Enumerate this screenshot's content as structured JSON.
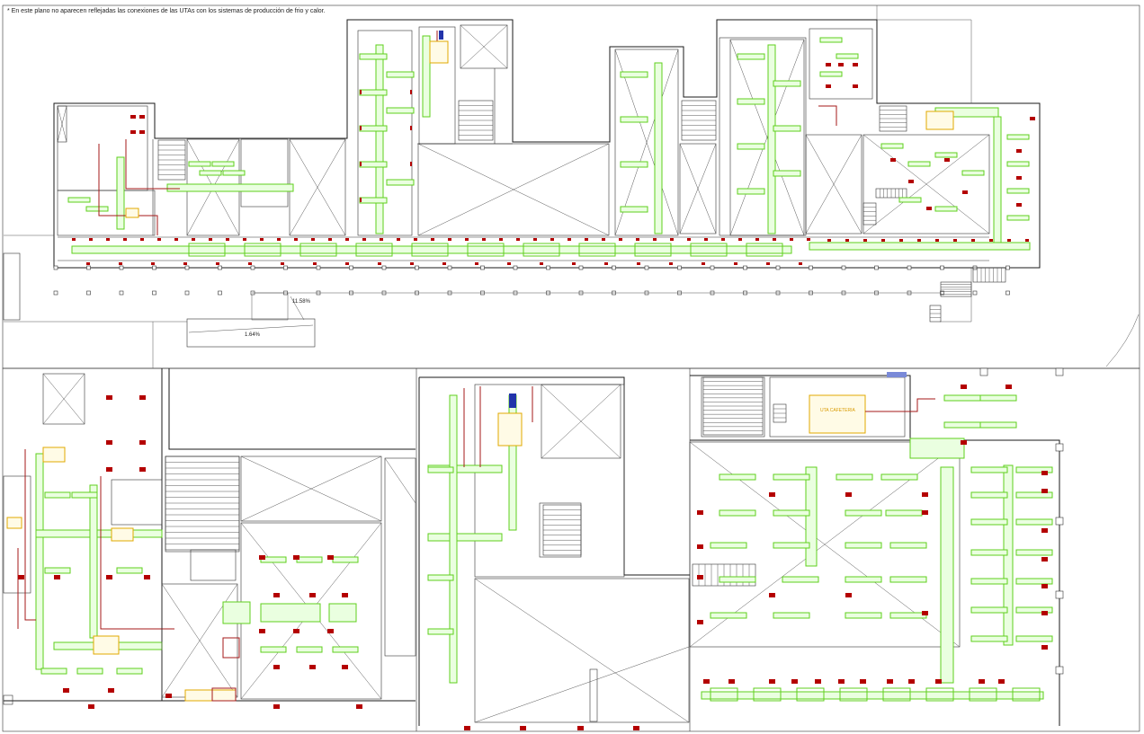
{
  "note": "* En este plano no aparecen reflejadas las conexiones de las UTAs con los sistemas de producción de frio y calor.",
  "slopes": {
    "slope_a": "11.58%",
    "slope_b": "1.64%"
  },
  "labels": {
    "uta_cafeteria": "UTA CAFETERIA"
  },
  "colors": {
    "walls": "#1a1a1a",
    "ducts": "#5fcf1c",
    "diffusers": "#b40000",
    "pipes": "#a51818",
    "air_handling_units": "#e0a800"
  }
}
